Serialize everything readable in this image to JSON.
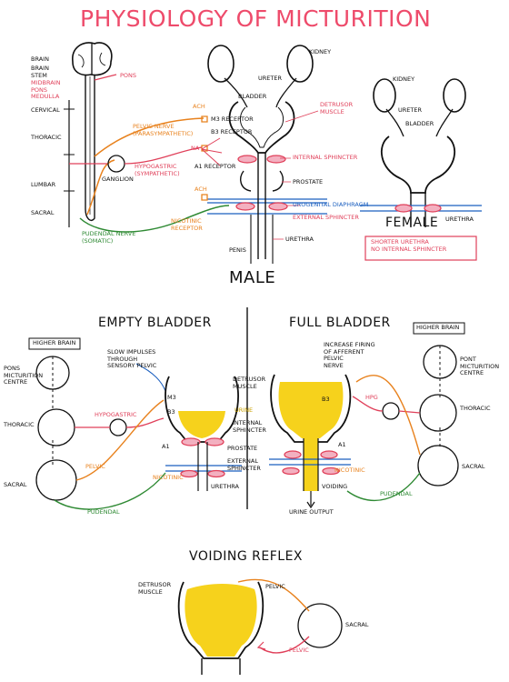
{
  "title": "PHYSIOLOGY OF MICTURITION",
  "male": {
    "caption": "MALE",
    "brain": "BRAIN",
    "brainstem": "BRAIN\nSTEM",
    "brainstem_parts": "MIDBRAIN\nPONS\nMEDULLA",
    "pons": "PONS",
    "cervical": "CERVICAL",
    "thoracic": "THORACIC",
    "lumbar": "LUMBAR",
    "sacral": "SACRAL",
    "kidney": "KIDNEY",
    "ureter": "URETER",
    "bladder": "BLADDER",
    "detrusor": "DETRUSOR\nMUSCLE",
    "ach_top": "Ach",
    "m3": "M3 RECEPTOR",
    "b3": "B3 RECEPTOR",
    "na": "NA",
    "a1": "α1 RECEPTOR",
    "internal_sphincter": "INTERNAL SPHINCTER",
    "prostate": "PROSTATE",
    "ach_bottom": "Ach",
    "urogenital": "UROGENITAL DIAPHRAGM",
    "external_sphincter": "EXTERNAL SPHINCTER",
    "nicotinic": "NICOTINIC\nRECEPTOR",
    "urethra": "URETHRA",
    "penis": "PENIS",
    "pelvic_nerve": "PELVIC NERVE\n(PARASYMPATHETIC)",
    "ganglion": "GANGLION",
    "hypogastric": "HYPOGASTRIC\n(SYMPATHETIC)",
    "pudendal": "PUDENDAL NERVE\n(SOMATIC)"
  },
  "female": {
    "caption": "FEMALE",
    "kidney": "KIDNEY",
    "ureter": "URETER",
    "bladder": "BLADDER",
    "urethra": "URETHRA",
    "note": "SHORTER URETHRA\nNO INTERNAL SPHINCTER"
  },
  "empty": {
    "header": "EMPTY BLADDER",
    "higher_brain": "HIGHER BRAIN",
    "pons": "PONS\nMICTURITION\nCENTRE",
    "thoracic": "THORACIC",
    "sacral": "SACRAL",
    "slow_impulses": "SLOW IMPULSES\nTHROUGH\nSENSORY PELVIC",
    "hypogastric": "HYPOGASTRIC",
    "pelvic": "PELVIC",
    "pudendal": "PUDENDAL",
    "m3": "M3",
    "b3": "B3",
    "a1": "α1",
    "nicotinic": "NICOTINIC",
    "detrusor": "DETRUSOR\nMUSCLE",
    "urine": "URINE",
    "internal_sphincter": "INTERNAL\nSPHINCTER",
    "prostate": "PROSTATE",
    "external_sphincter": "EXTERNAL\nSPHINCTER",
    "urethra": "URETHRA"
  },
  "full": {
    "header": "FULL BLADDER",
    "higher_brain": "HIGHER BRAIN",
    "pons": "PONT\nMICTURITION\nCENTRE",
    "thoracic": "THORACIC",
    "sacral": "SACRAL",
    "increase_firing": "INCREASE FIRING\nOF AFFERENT\nPELVIC\nNERVE",
    "hypg": "HPG",
    "b3": "B3",
    "a1": "α1",
    "nicotinic": "NICOTINIC",
    "pudendal": "PUDENDAL",
    "voiding": "VOIDING",
    "urine_output": "URINE OUTPUT"
  },
  "voiding": {
    "header": "VOIDING REFLEX",
    "detrusor": "DETRUSOR\nMUSCLE",
    "pelvic_top": "PELVIC",
    "pelvic_bottom": "PELVIC",
    "sacral": "SACRAL"
  },
  "colors": {
    "title": "#ee4b6b",
    "pelvic": "#e8821e",
    "hypogastric": "#e0405a",
    "pudendal": "#2f8a34",
    "diaphragm": "#1b5fbf",
    "urine": "#f6d21c"
  }
}
